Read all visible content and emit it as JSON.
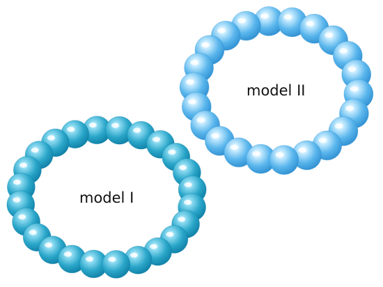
{
  "bracelets": [
    {
      "label": "model I",
      "bead_color": "#2aa6c9",
      "bead_dark": "#0f7fa6",
      "bead_light": "#8fdcf2",
      "bead_count": 24
    },
    {
      "label": "model II",
      "bead_color": "#5ab6ec",
      "bead_dark": "#2f8fd1",
      "bead_light": "#c8ecff",
      "bead_count": 22
    }
  ],
  "background_color": "#ffffff"
}
